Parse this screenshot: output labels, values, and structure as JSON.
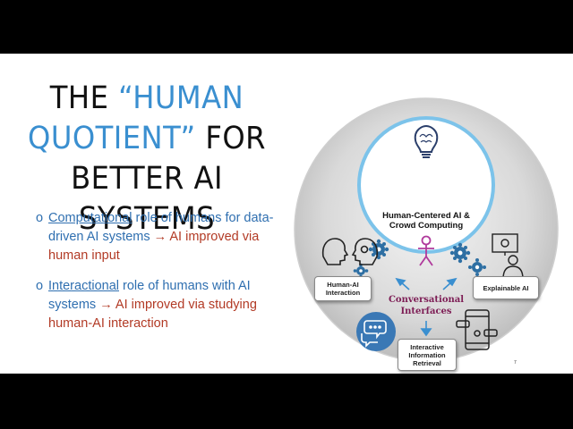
{
  "slide": {
    "title": {
      "line1_pre": "THE ",
      "line1_hl": "“HUMAN",
      "line2_hl": "QUOTIENT”",
      "line2_post": " FOR",
      "line3": "BETTER AI SYSTEMS"
    },
    "bullets": [
      {
        "marker": "o",
        "term": "Computational",
        "text": " role of humans for data-driven AI systems ",
        "arrow": "→",
        "result": " AI improved via human input"
      },
      {
        "marker": "o",
        "term": "Interactional",
        "text": " role of humans with AI systems ",
        "arrow": "→",
        "result": " AI improved via studying human-AI interaction"
      }
    ],
    "page_number": "7"
  },
  "diagram": {
    "center_label": "Human-Centered AI & Crowd Computing",
    "center_icon": "lightbulb-brain-icon",
    "left_box": "Human-AI Interaction",
    "right_box": "Explainable AI",
    "bottom_box": "Interactive Information Retrieval",
    "middle_label_line1": "Conversational",
    "middle_label_line2": "Interfaces",
    "icons": [
      "human-ai-heads-icon",
      "presenter-icon",
      "chat-bubbles-icon",
      "smartphone-chat-icon",
      "person-icon",
      "gear-icon"
    ],
    "colors": {
      "ring": "#7cc3ea",
      "gear": "#2e6fa3",
      "accent_purple": "#7d1d55",
      "arrow": "#3a8fd0",
      "title_highlight": "#3a8fd0",
      "result_red": "#b23a25"
    }
  }
}
